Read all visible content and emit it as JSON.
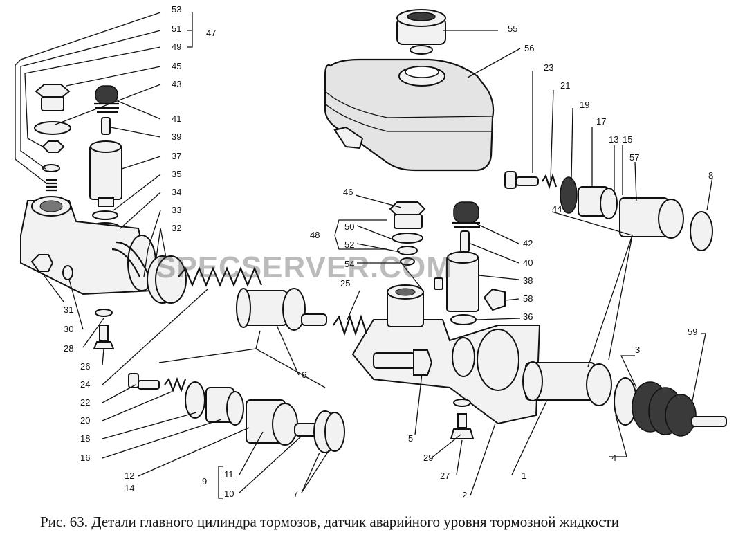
{
  "caption": "Рис. 63. Детали главного цилиндра тормозов, датчик аварийного уровня тормозной жидкости",
  "watermark": "SPECSERVER.COM",
  "callouts": {
    "n53": "53",
    "n51": "51",
    "n49": "49",
    "n47": "47",
    "n45": "45",
    "n43": "43",
    "n41": "41",
    "n39": "39",
    "n37": "37",
    "n35": "35",
    "n34": "34",
    "n33": "33",
    "n32": "32",
    "n31": "31",
    "n30": "30",
    "n28": "28",
    "n26": "26",
    "n24": "24",
    "n22": "22",
    "n20": "20",
    "n18": "18",
    "n16": "16",
    "n12": "12",
    "n14": "14",
    "n9": "9",
    "n11": "11",
    "n10": "10",
    "n7": "7",
    "n6": "6",
    "n5": "5",
    "n29": "29",
    "n27": "27",
    "n2": "2",
    "n1": "1",
    "n4": "4",
    "n3": "3",
    "n59": "59",
    "n55": "55",
    "n56": "56",
    "n46": "46",
    "n48": "48",
    "n50": "50",
    "n52": "52",
    "n54": "54",
    "n25": "25",
    "n42": "42",
    "n40": "40",
    "n38": "38",
    "n58": "58",
    "n36": "36",
    "n23": "23",
    "n21": "21",
    "n19": "19",
    "n17": "17",
    "n13": "13",
    "n15": "15",
    "n57": "57",
    "n44": "44",
    "n8": "8"
  }
}
